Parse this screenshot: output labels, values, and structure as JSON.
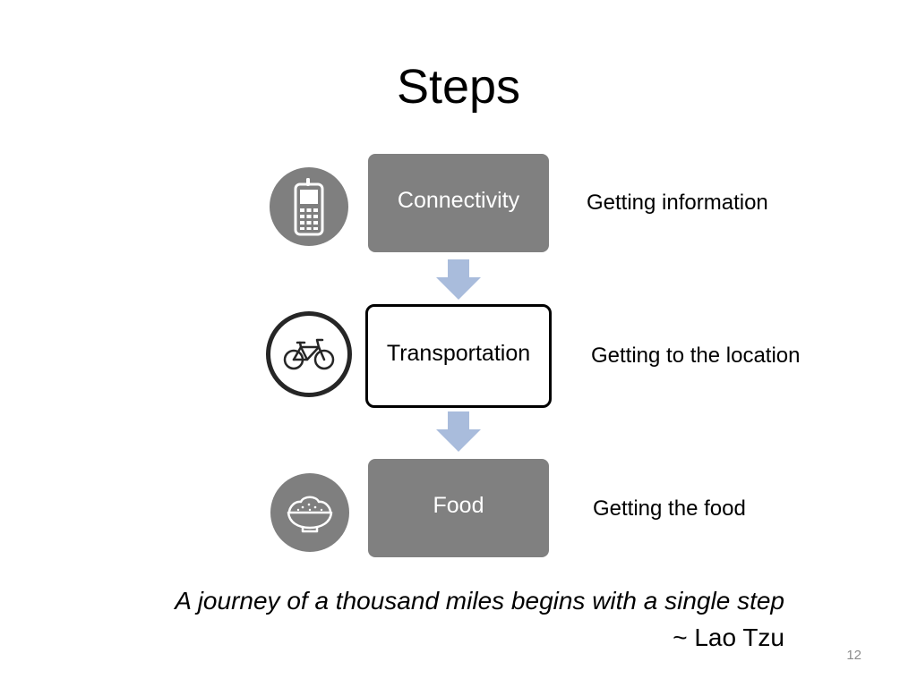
{
  "slide": {
    "title": "Steps",
    "steps": [
      {
        "label": "Connectivity",
        "description": "Getting information",
        "icon": "mobile-phone-icon",
        "highlighted": false
      },
      {
        "label": "Transportation",
        "description": "Getting to the location",
        "icon": "bicycle-icon",
        "highlighted": true
      },
      {
        "label": "Food",
        "description": "Getting the food",
        "icon": "rice-bowl-icon",
        "highlighted": false
      }
    ],
    "quote": "A journey of a thousand miles begins with a single step",
    "attribution": "~ Lao Tzu",
    "page_number": "12"
  },
  "colors": {
    "step_box": "#808080",
    "arrow": "#a9bcdc",
    "icon_circle": "#7f7f7f",
    "highlight_border": "#000000",
    "page_number": "#8c8c8c"
  }
}
